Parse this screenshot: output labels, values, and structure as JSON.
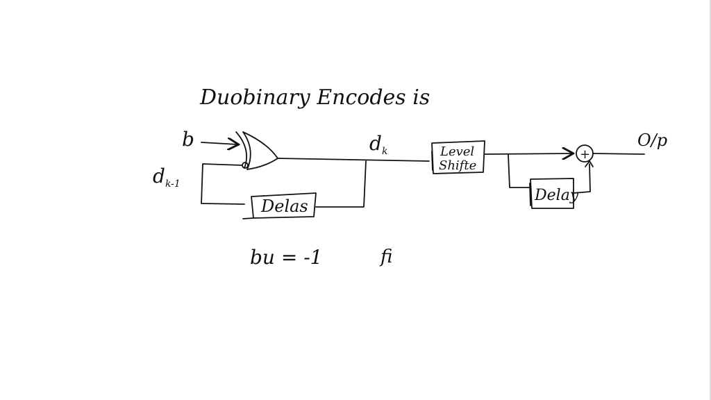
{
  "title": "Duobinary Encodes is",
  "input_b": "b",
  "feedback_input": "d",
  "feedback_subscript": "k-1",
  "node_dk": "d",
  "node_dk_subscript": "k",
  "delay1": "Delas",
  "level_shifter_line1": "Level",
  "level_shifter_line2": "Shifte",
  "delay2": "Delay",
  "adder": "+",
  "output": "O/p",
  "note_left": "bu = -1",
  "note_right": "fi",
  "colors": {
    "ink": "#111111",
    "background": "#ffffff",
    "border": "#dcdcdc"
  }
}
